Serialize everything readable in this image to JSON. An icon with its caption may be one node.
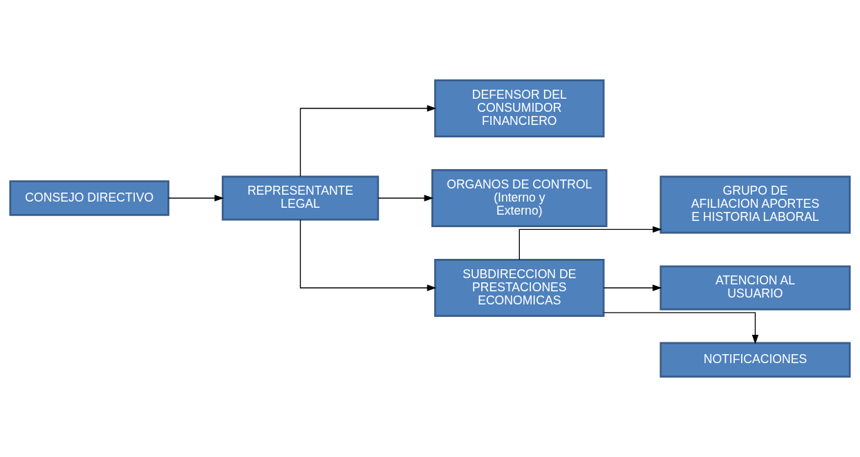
{
  "diagram": {
    "nodes": [
      {
        "text": [
          "CONSEJO DIRECTIVO"
        ]
      },
      {
        "text": [
          "REPRESENTANTE LEGAL"
        ]
      },
      {
        "text": [
          "DEFENSOR DEL CONSUMIDOR FINANCIERO"
        ]
      },
      {
        "text": [
          "ORGANOS DE CONTROL",
          "(Interno y Externo)"
        ]
      },
      {
        "text": [
          "SUBDIRECCION DE PRESTACIONES ECONOMICAS"
        ]
      },
      {
        "text": [
          "GRUPO DE AFILIACION APORTES E HISTORIA LABORAL"
        ]
      },
      {
        "text": [
          "ATENCION AL USUARIO"
        ]
      },
      {
        "text": [
          "NOTIFICACIONES"
        ]
      }
    ],
    "edges": [
      {
        "from": 0,
        "to": 1,
        "arrow": "to"
      },
      {
        "from": 1,
        "to": 2,
        "arrow": "to"
      },
      {
        "from": 1,
        "to": 3,
        "arrow": "to"
      },
      {
        "from": 1,
        "to": 4,
        "arrow": "to"
      },
      {
        "from": 4,
        "to": 5,
        "arrow": "to"
      },
      {
        "from": 4,
        "to": 6,
        "arrow": "to"
      },
      {
        "from": 4,
        "to": 7,
        "arrow": "to"
      }
    ]
  }
}
